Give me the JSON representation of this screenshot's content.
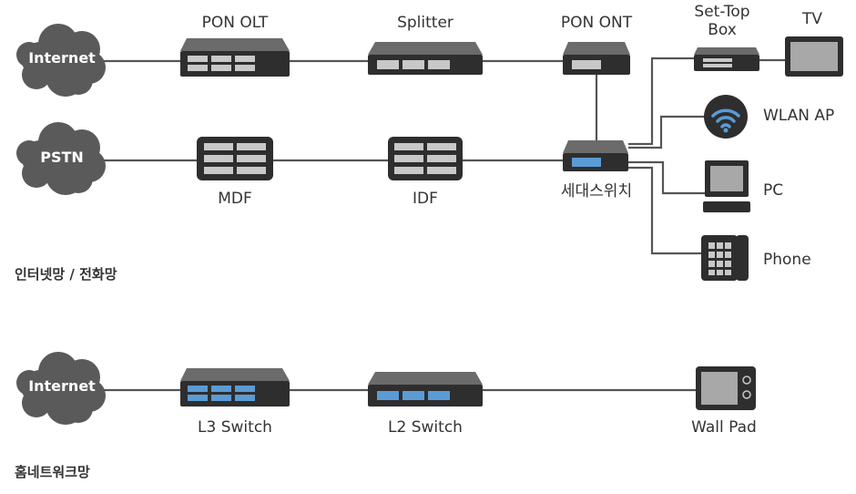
{
  "clouds": {
    "internet_top": "Internet",
    "pstn": "PSTN",
    "internet_bottom": "Internet"
  },
  "labels": {
    "pon_olt": "PON OLT",
    "splitter": "Splitter",
    "pon_ont": "PON ONT",
    "set_top_box_line1": "Set-Top",
    "set_top_box_line2": "Box",
    "tv": "TV",
    "wlan_ap": "WLAN AP",
    "pc": "PC",
    "phone": "Phone",
    "mdf": "MDF",
    "idf": "IDF",
    "home_switch": "세대스위치",
    "l3_switch": "L3 Switch",
    "l2_switch": "L2 Switch",
    "wall_pad": "Wall Pad"
  },
  "sections": {
    "internet_phone": "인터넷망 / 전화망",
    "home_network": "홈네트워크망"
  },
  "colors": {
    "cloud": "#5a5a5a",
    "device_top": "#6b6b6b",
    "device_body": "#2e2e2e",
    "port_gray": "#c8c8c8",
    "port_blue": "#5b9bd5",
    "wire": "#555555"
  },
  "icons": [
    "cloud-icon",
    "router-icon",
    "patch-panel-icon",
    "wifi-icon",
    "monitor-icon",
    "phone-icon",
    "wall-pad-icon"
  ]
}
